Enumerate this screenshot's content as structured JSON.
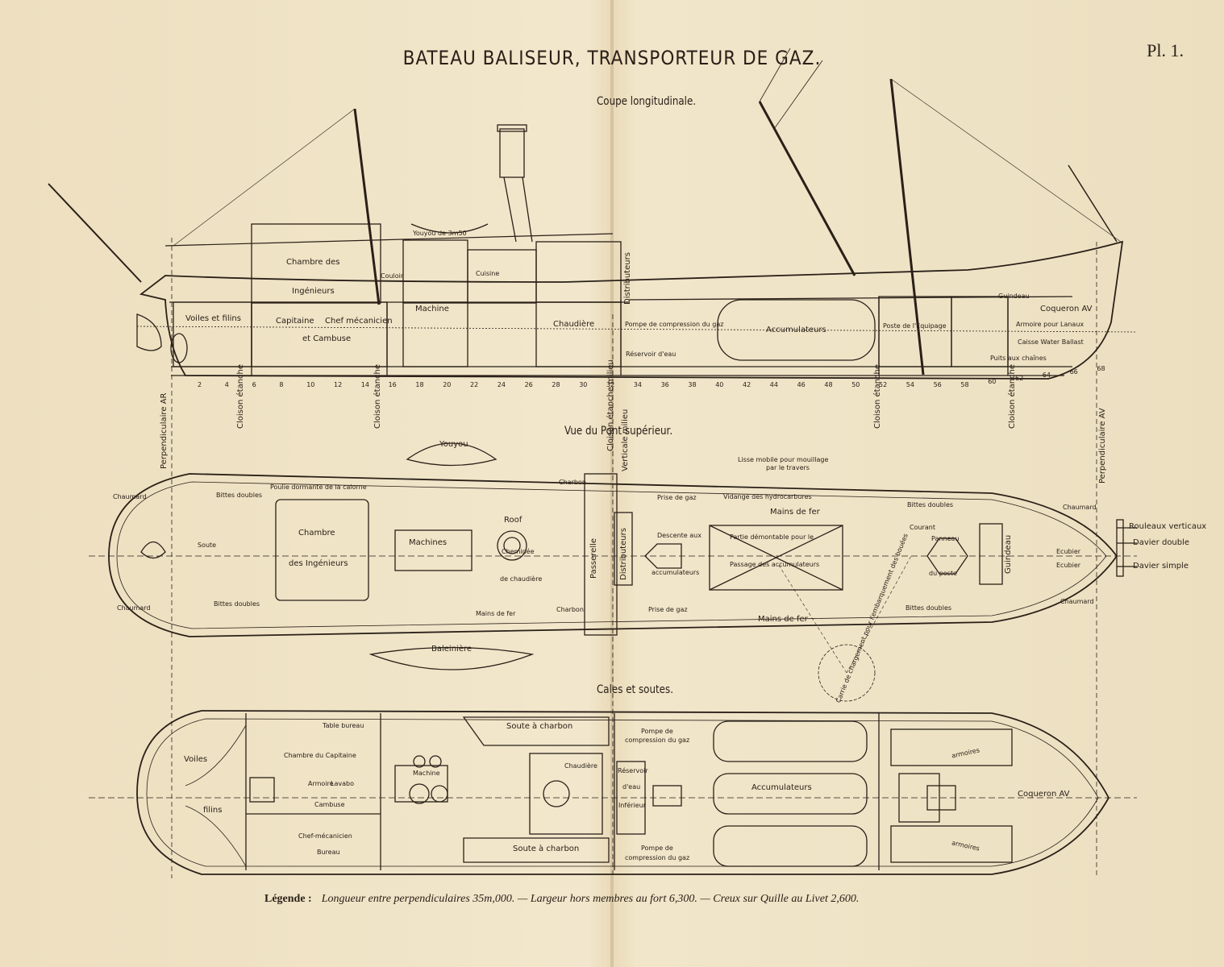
{
  "title": "BATEAU BALISEUR, TRANSPORTEUR DE GAZ.",
  "plate_number": "Pl. 1.",
  "sections": {
    "longitudinal": "Coupe longitudinale.",
    "deck": "Vue du Pont supérieur.",
    "holds": "Cales et soutes."
  },
  "longitudinal_labels": {
    "voiles": "Voiles et filins",
    "chambre_ing_1": "Chambre des",
    "chambre_ing_2": "Ingénieurs",
    "couloir": "Couloir",
    "capitaine": "Capitaine",
    "chef_mec": "Chef mécanicien",
    "cambuse": "et Cambuse",
    "machine": "Machine",
    "youyou": "Youyou de 3m50",
    "cuisine": "Cuisine",
    "distributeurs": "Distributeurs",
    "chaudiere": "Chaudière",
    "pompe": "Pompe de compression du gaz",
    "reservoir": "Réservoir d'eau",
    "accumulateurs": "Accumulateurs",
    "poste": "Poste de l'Equipage",
    "guindeau": "Guindeau",
    "armoire": "Armoire pour Lanaux",
    "coqueron": "Coqueron AV",
    "caisse": "Caisse Water Ballast",
    "puits": "Puits aux chaînes"
  },
  "frame_numbers": [
    "2",
    "4",
    "6",
    "8",
    "10",
    "12",
    "14",
    "16",
    "18",
    "20",
    "22",
    "24",
    "26",
    "28",
    "30",
    "32",
    "34",
    "36",
    "38",
    "40",
    "42",
    "44",
    "46",
    "48",
    "50",
    "52",
    "54",
    "56",
    "58",
    "60",
    "62",
    "64",
    "66",
    "68"
  ],
  "bulkheads": [
    "Cloison étanche",
    "Cloison étanche",
    "Cloison étanche milieu",
    "Cloison étanche",
    "Cloison étanche"
  ],
  "perpendiculars": {
    "ar": "Perpendiculaire AR",
    "av": "Perpendiculaire AV",
    "vertical": "Verticale milieu"
  },
  "deck_labels": {
    "youyou": "Youyou",
    "baleiniere": "Baleinière",
    "chaumard": "Chaumard",
    "bittes": "Bittes doubles",
    "poulie": "Poulie dormante de la calorne",
    "charbon": "Charbon",
    "soute": "Soute",
    "chambre_1": "Chambre",
    "chambre_2": "des Ingénieurs",
    "machines": "Machines",
    "roof": "Roof",
    "cheminee": "Cheminée",
    "de_chaudiere": "de chaudière",
    "mains_de_fer": "Mains de fer",
    "passerelle": "Passerelle",
    "distributeurs": "Distributeurs",
    "lisse": "Lisse mobile pour mouillage",
    "lisse_2": "par le travers",
    "prise_gaz": "Prise de gaz",
    "vidange": "Vidange des hydrocarbures",
    "descente": "Descente aux",
    "descente_2": "accumulateurs",
    "partie_1": "Partie démontable pour le",
    "partie_2": "Passage des accumulateurs",
    "courant": "Courant",
    "panneau": "Panneau",
    "panneau_2": "du poste",
    "guindeau": "Guindeau",
    "ecubier": "Ecubier",
    "rouleaux": "Rouleaux verticaux",
    "davier_double": "Davier double",
    "davier_simple": "Davier simple",
    "carrie": "Carrie de chargement pour l'embarquement des bouées"
  },
  "hold_labels": {
    "voiles": "Voiles",
    "filins": "filins",
    "table_bureau": "Table bureau",
    "chambre_cap": "Chambre du Capitaine",
    "armoire": "Armoire",
    "lavabo": "Lavabo",
    "cambuse": "Cambuse",
    "chef_mec": "Chef-mécanicien",
    "bureau": "Bureau",
    "machine": "Machine",
    "soute_charbon": "Soute à charbon",
    "chaudiere": "Chaudière",
    "reservoir_1": "Réservoir",
    "reservoir_2": "d'eau",
    "reservoir_3": "Inférieur",
    "pompe_1": "Pompe de",
    "pompe_2": "compression du gaz",
    "accumulateurs": "Accumulateurs",
    "coqueron": "Coqueron AV",
    "armoires": "armoires"
  },
  "legend": {
    "heading": "Légende :",
    "text": "Longueur entre perpendiculaires 35m,000. — Largeur hors membres au fort 6,300. — Creux sur Quille au Livet 2,600."
  },
  "colors": {
    "paper": "#efe3c4",
    "ink": "#2a2018"
  }
}
